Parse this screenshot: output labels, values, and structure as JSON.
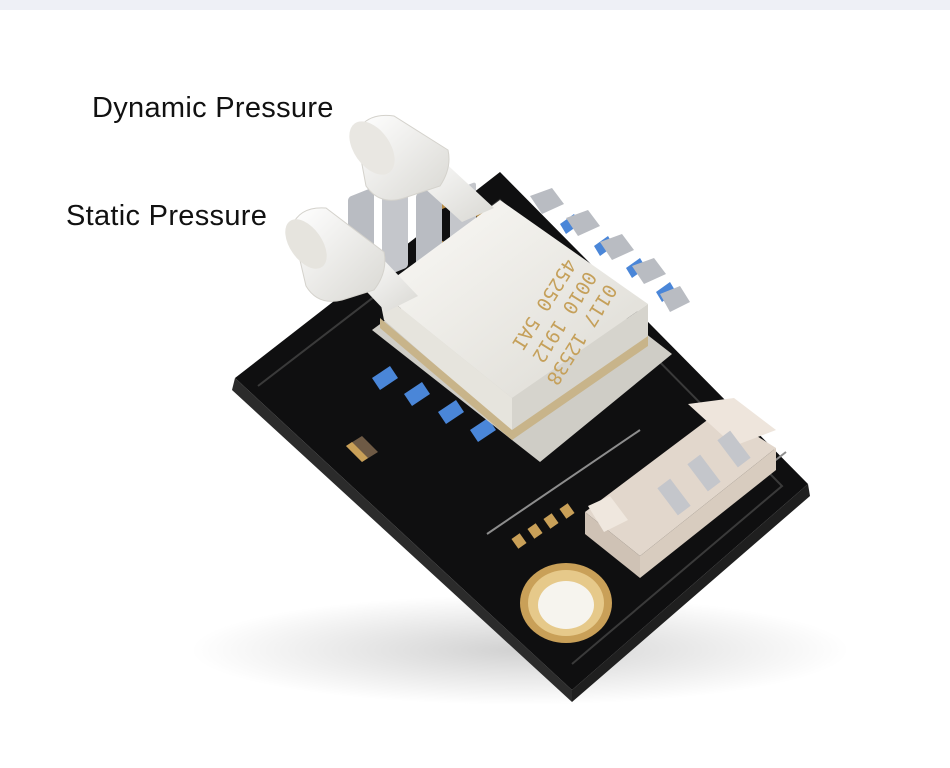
{
  "labels": {
    "dynamic": "Dynamic Pressure",
    "static": "Static Pressure"
  },
  "sensor_marking": {
    "line1": "45250 5AI",
    "line2": "0010 1912",
    "line3": "0117 12538"
  },
  "colors": {
    "pcb": "#141414",
    "sensor_body": "#f1f0ec",
    "pins": "#b9bcc2",
    "pin_accent": "#4a86d8",
    "gold": "#c9a058",
    "connector": "#e7dcd2"
  }
}
